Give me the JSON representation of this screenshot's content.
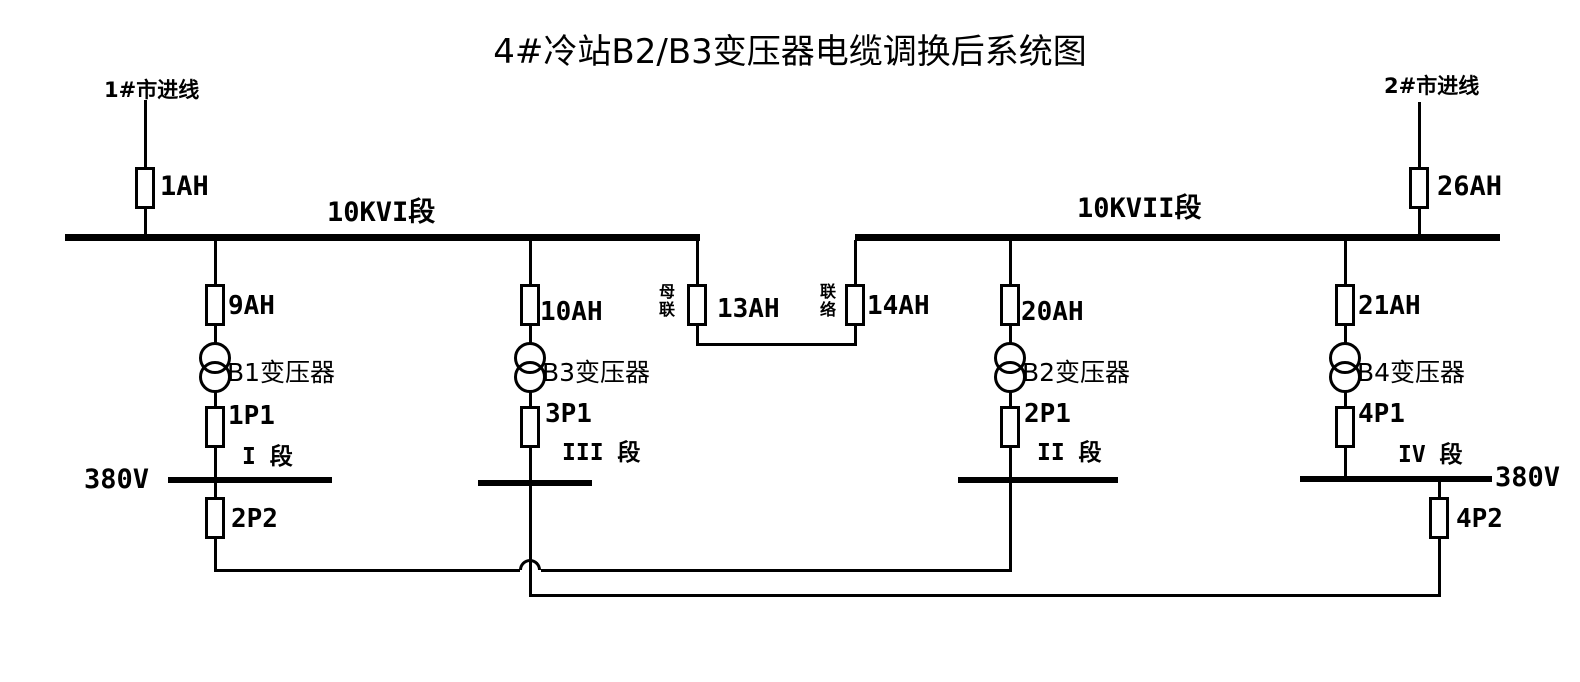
{
  "title": "4#冷站B2/B3变压器电缆调换后系统图",
  "incoming_left": {
    "label": "1#市进线",
    "breaker": "1AH"
  },
  "incoming_right": {
    "label": "2#市进线",
    "breaker": "26AH"
  },
  "bus_left": "10KVI段",
  "bus_right": "10KVII段",
  "voltage_left": "380V",
  "voltage_right": "380V",
  "tie": {
    "left_breaker": "13AH",
    "left_tag": "母联",
    "right_breaker": "14AH",
    "right_tag": "联络"
  },
  "feeders": [
    {
      "hv": "9AH",
      "xfmr": "B1变压器",
      "lv": "1P1",
      "section": "I 段"
    },
    {
      "hv": "10AH",
      "xfmr": "B3变压器",
      "lv": "3P1",
      "section": "III 段"
    },
    {
      "hv": "20AH",
      "xfmr": "B2变压器",
      "lv": "2P1",
      "section": "II 段"
    },
    {
      "hv": "21AH",
      "xfmr": "B4变压器",
      "lv": "4P1",
      "section": "IV 段"
    }
  ],
  "lv_tie_left": "2P2",
  "lv_tie_right": "4P2"
}
